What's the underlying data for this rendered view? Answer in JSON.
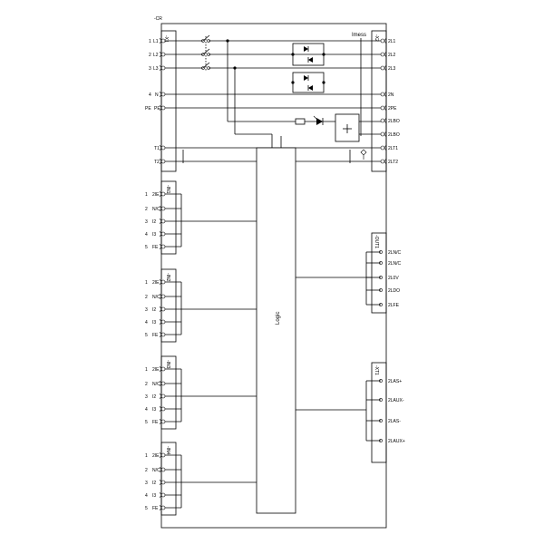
{
  "device_label": "-CR",
  "imess_label": "Imess",
  "logic_label": "Logic",
  "x1": {
    "title": "-X1",
    "left_labels": [
      {
        "num": "1",
        "name": "L1"
      },
      {
        "num": "2",
        "name": "L2"
      },
      {
        "num": "3",
        "name": "L3"
      },
      {
        "num": "4",
        "name": "N"
      },
      {
        "num": "PE",
        "name": "PE"
      },
      {
        "num": "",
        "name": "T1"
      },
      {
        "num": "",
        "name": "T2"
      }
    ]
  },
  "x2": {
    "title": "-X2",
    "right_labels": [
      "2L1",
      "2L2",
      "2L3",
      "2N",
      "2PE",
      "2LBO",
      "2LBO",
      "2LT1",
      "2LT2"
    ]
  },
  "inputs": [
    {
      "title": "-IN1",
      "rows": [
        {
          "num": "1",
          "name": "2IE"
        },
        {
          "num": "2",
          "name": "N/C"
        },
        {
          "num": "3",
          "name": "I2"
        },
        {
          "num": "4",
          "name": "I3"
        },
        {
          "num": "5",
          "name": "FE"
        }
      ]
    },
    {
      "title": "-IN2",
      "rows": [
        {
          "num": "1",
          "name": "2IE"
        },
        {
          "num": "2",
          "name": "N/C"
        },
        {
          "num": "3",
          "name": "I2"
        },
        {
          "num": "4",
          "name": "I3"
        },
        {
          "num": "5",
          "name": "FE"
        }
      ]
    },
    {
      "title": "-IN3",
      "rows": [
        {
          "num": "1",
          "name": "2IE"
        },
        {
          "num": "2",
          "name": "N/C"
        },
        {
          "num": "3",
          "name": "I2"
        },
        {
          "num": "4",
          "name": "I3"
        },
        {
          "num": "5",
          "name": "FE"
        }
      ]
    },
    {
      "title": "-IN4",
      "rows": [
        {
          "num": "1",
          "name": "2IE"
        },
        {
          "num": "2",
          "name": "N/C"
        },
        {
          "num": "3",
          "name": "I2"
        },
        {
          "num": "4",
          "name": "I3"
        },
        {
          "num": "5",
          "name": "FE"
        }
      ]
    }
  ],
  "out1": {
    "title": "-OUT1",
    "labels": [
      "2LN/C",
      "2LN/C",
      "2L0V",
      "2LDO",
      "2LFE"
    ]
  },
  "xt1": {
    "title": "-XT1",
    "labels": [
      "2LAS+",
      "2LAUX-",
      "2LAS-",
      "2LAUX+"
    ]
  }
}
